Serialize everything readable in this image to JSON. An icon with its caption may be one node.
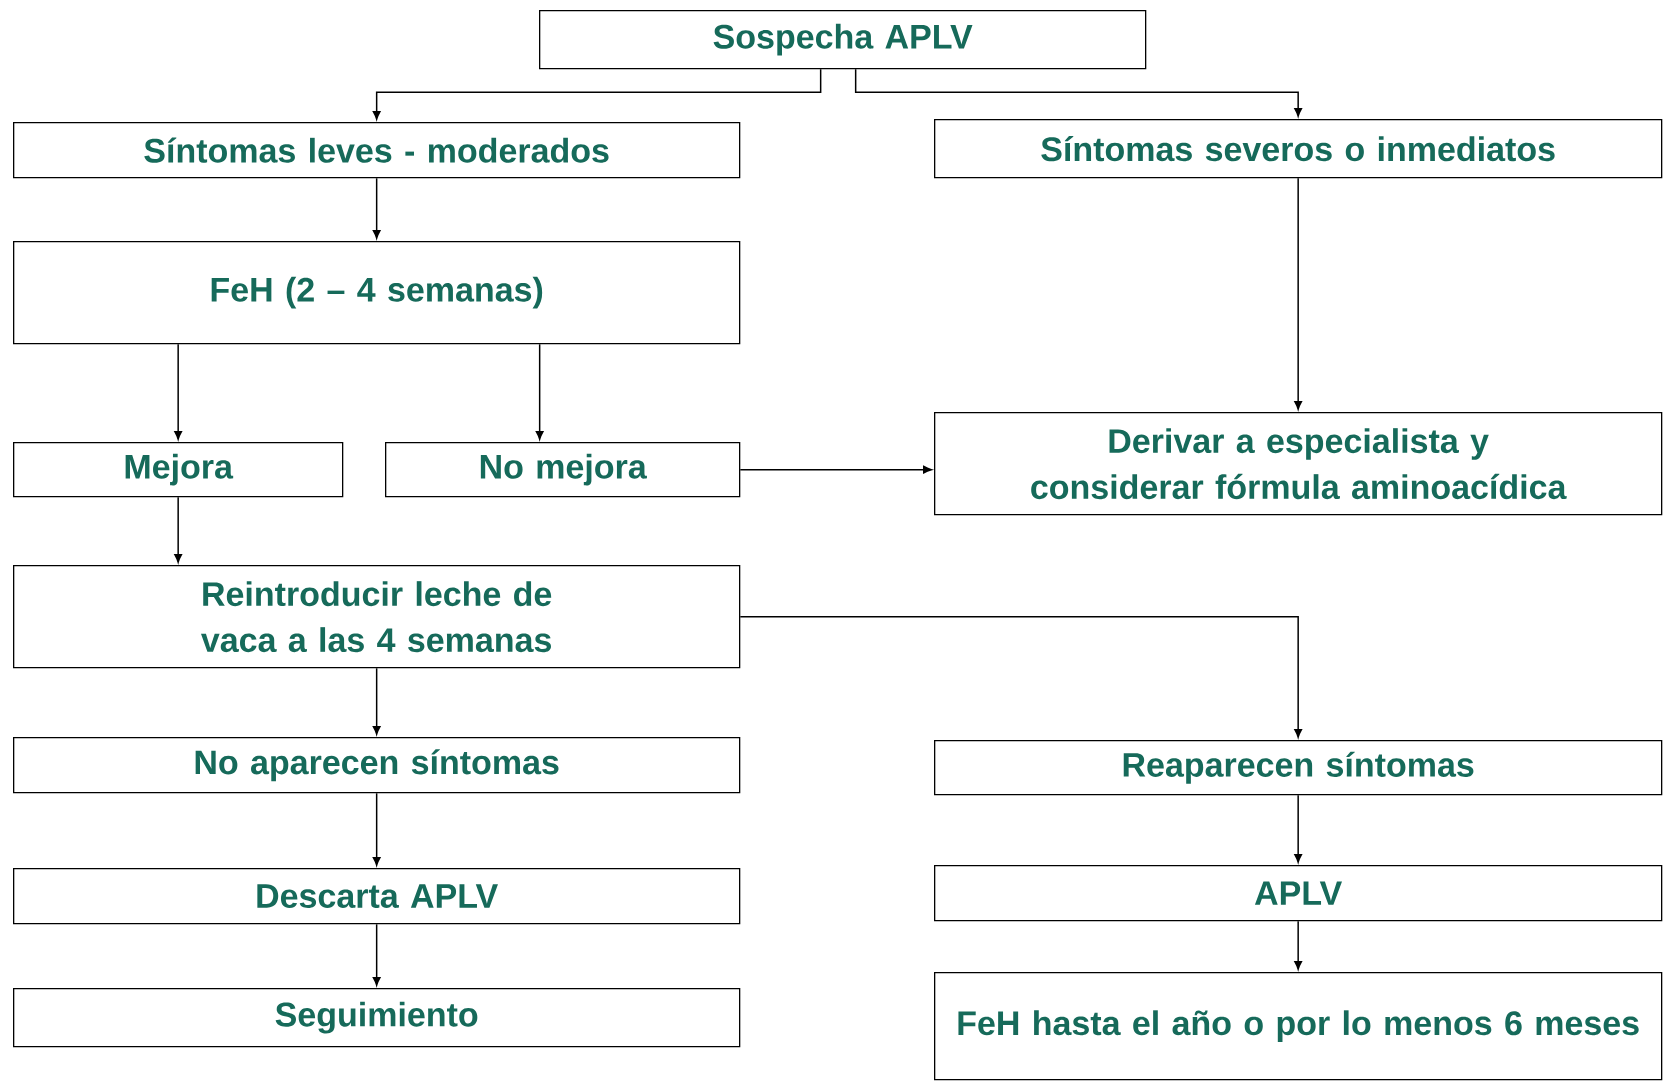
{
  "diagram": {
    "nodes": [
      {
        "text": [
          "Sospecha APLV"
        ]
      },
      {
        "text": [
          "Síntomas leves - moderados"
        ]
      },
      {
        "text": [
          "Síntomas severos o inmediatos"
        ]
      },
      {
        "text": [
          "FeH (2 – 4 semanas)"
        ]
      },
      {
        "text": [
          "Mejora"
        ]
      },
      {
        "text": [
          "No mejora"
        ]
      },
      {
        "text": [
          "Derivar a especialista y considerar fórmula aminoacídica"
        ]
      },
      {
        "text": [
          "Reintroducir leche de vaca a las 4 semanas"
        ]
      },
      {
        "text": [
          "No aparecen síntomas"
        ]
      },
      {
        "text": [
          "Reaparecen síntomas"
        ]
      },
      {
        "text": [
          "Descarta APLV"
        ]
      },
      {
        "text": [
          "APLV"
        ]
      },
      {
        "text": [
          "Seguimiento"
        ]
      },
      {
        "text": [
          "FeH hasta el año o por lo menos 6 meses"
        ]
      }
    ],
    "edges": [
      {
        "from": 0,
        "to": 1,
        "arrow": "to"
      },
      {
        "from": 0,
        "to": 2,
        "arrow": "to"
      },
      {
        "from": 1,
        "to": 3,
        "arrow": "to"
      },
      {
        "from": 2,
        "to": 6,
        "arrow": "to"
      },
      {
        "from": 3,
        "to": 4,
        "arrow": "to"
      },
      {
        "from": 3,
        "to": 5,
        "arrow": "to"
      },
      {
        "from": 5,
        "to": 6,
        "arrow": "to"
      },
      {
        "from": 4,
        "to": 7,
        "arrow": "to"
      },
      {
        "from": 7,
        "to": 8,
        "arrow": "to"
      },
      {
        "from": 7,
        "to": 9,
        "arrow": "to"
      },
      {
        "from": 8,
        "to": 10,
        "arrow": "to"
      },
      {
        "from": 9,
        "to": 11,
        "arrow": "to"
      },
      {
        "from": 10,
        "to": 12,
        "arrow": "to"
      },
      {
        "from": 11,
        "to": 13,
        "arrow": "to"
      }
    ]
  }
}
